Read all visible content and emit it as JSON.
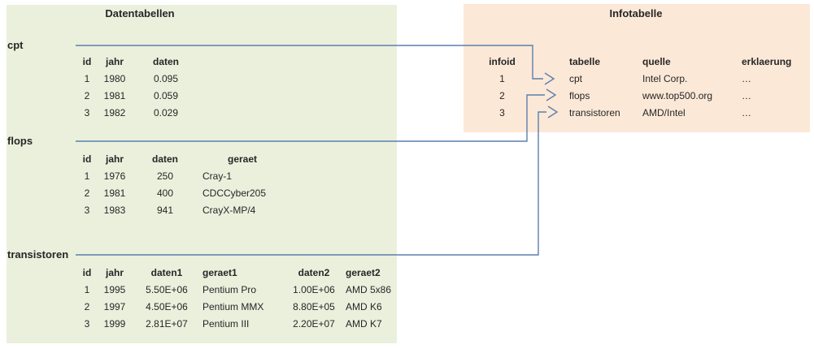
{
  "colors": {
    "data_panel_bg": "#EBF0DD",
    "info_panel_bg": "#FCE8D7",
    "connector_blue": "#5B7FAD",
    "text": "#262626"
  },
  "datentabellen": {
    "title": "Datentabellen",
    "tables": [
      {
        "name": "cpt",
        "headers": [
          "id",
          "jahr",
          "daten"
        ],
        "rows": [
          [
            "1",
            "1980",
            "0.095"
          ],
          [
            "2",
            "1981",
            "0.059"
          ],
          [
            "3",
            "1982",
            "0.029"
          ]
        ]
      },
      {
        "name": "flops",
        "headers": [
          "id",
          "jahr",
          "daten",
          "geraet"
        ],
        "rows": [
          [
            "1",
            "1976",
            "250",
            "Cray-1"
          ],
          [
            "2",
            "1981",
            "400",
            "CDCCyber205"
          ],
          [
            "3",
            "1983",
            "941",
            "CrayX-MP/4"
          ]
        ]
      },
      {
        "name": "transistoren",
        "headers": [
          "id",
          "jahr",
          "daten1",
          "geraet1",
          "daten2",
          "geraet2"
        ],
        "rows": [
          [
            "1",
            "1995",
            "5.50E+06",
            "Pentium Pro",
            "1.00E+06",
            "AMD 5x86"
          ],
          [
            "2",
            "1997",
            "4.50E+06",
            "Pentium MMX",
            "8.80E+05",
            "AMD K6"
          ],
          [
            "3",
            "1999",
            "2.81E+07",
            "Pentium III",
            "2.20E+07",
            "AMD K7"
          ]
        ]
      }
    ]
  },
  "infotabelle": {
    "title": "Infotabelle",
    "headers": [
      "infoid",
      "tabelle",
      "quelle",
      "erklaerung"
    ],
    "rows": [
      [
        "1",
        "cpt",
        "Intel Corp.",
        "…"
      ],
      [
        "2",
        "flops",
        "www.top500.org",
        "…"
      ],
      [
        "3",
        "transistoren",
        "AMD/Intel",
        "…"
      ]
    ]
  }
}
